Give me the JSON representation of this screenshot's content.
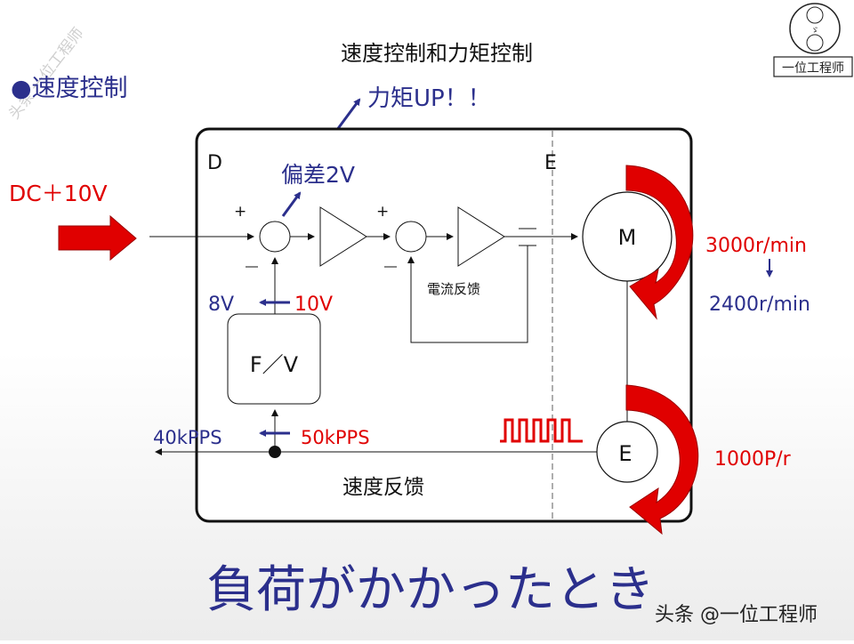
{
  "title": "速度控制和力矩控制",
  "section_label": "●速度控制",
  "torque_up": "力矩UP！！",
  "deviation": "偏差2V",
  "input": "DC＋10V",
  "region_d": "D",
  "region_e": "E",
  "plus": "+",
  "minus": "―",
  "current_feedback": "電流反馈",
  "converter": "F／V",
  "volt_after": "8V",
  "volt_before": "10V",
  "pps_after": "40kPPS",
  "pps_before": "50kPPS",
  "speed_feedback": "速度反馈",
  "motor": "M",
  "encoder": "E",
  "rpm_before": "3000r/min",
  "rpm_after": "2400r/min",
  "pulses": "1000P/r",
  "caption": "負荷がかかったとき",
  "watermark_top": "头条 一位工程师",
  "watermark_bottom": "头条 @一位工程师",
  "logo_text": "一位工程师",
  "colors": {
    "blue": "#2b2f8c",
    "red": "#e00000",
    "black": "#111111"
  }
}
